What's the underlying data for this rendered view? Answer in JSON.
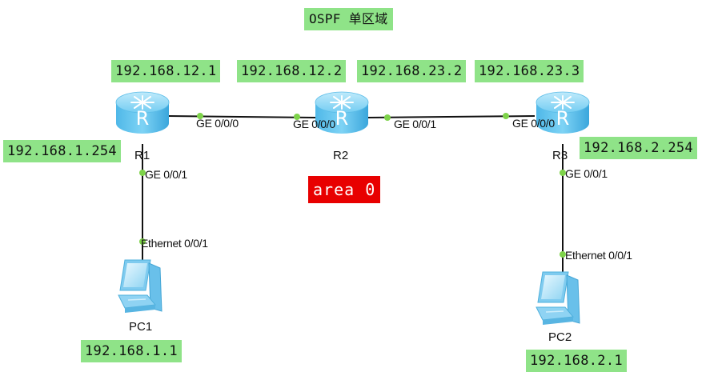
{
  "title": "OSPF 单区域",
  "area_label": "area 0",
  "devices": {
    "r1": {
      "label": "R1",
      "icon": "router-icon"
    },
    "r2": {
      "label": "R2",
      "icon": "router-icon"
    },
    "r3": {
      "label": "R3",
      "icon": "router-icon"
    },
    "pc1": {
      "label": "PC1",
      "icon": "pc-icon"
    },
    "pc2": {
      "label": "PC2",
      "icon": "pc-icon"
    }
  },
  "ports": {
    "r1_ge000": "GE 0/0/0",
    "r1_ge001": "GE 0/0/1",
    "r2_ge000": "GE 0/0/0",
    "r2_ge001": "GE 0/0/1",
    "r3_ge000": "GE 0/0/0",
    "r3_ge001": "GE 0/0/1",
    "pc1_eth": "Ethernet 0/0/1",
    "pc2_eth": "Ethernet 0/0/1"
  },
  "ips": {
    "r1_g000": "192.168.12.1",
    "r2_g000": "192.168.12.2",
    "r2_g001": "192.168.23.2",
    "r3_g000": "192.168.23.3",
    "r1_g001": "192.168.1.254",
    "r3_g001": "192.168.2.254",
    "pc1": "192.168.1.1",
    "pc2": "192.168.2.1"
  },
  "colors": {
    "ip_label_bg": "#8fe388",
    "area_bg": "#e80000",
    "link": "#111111",
    "port_dot": "#7ed34a",
    "router_body": "#5ec3ee"
  }
}
